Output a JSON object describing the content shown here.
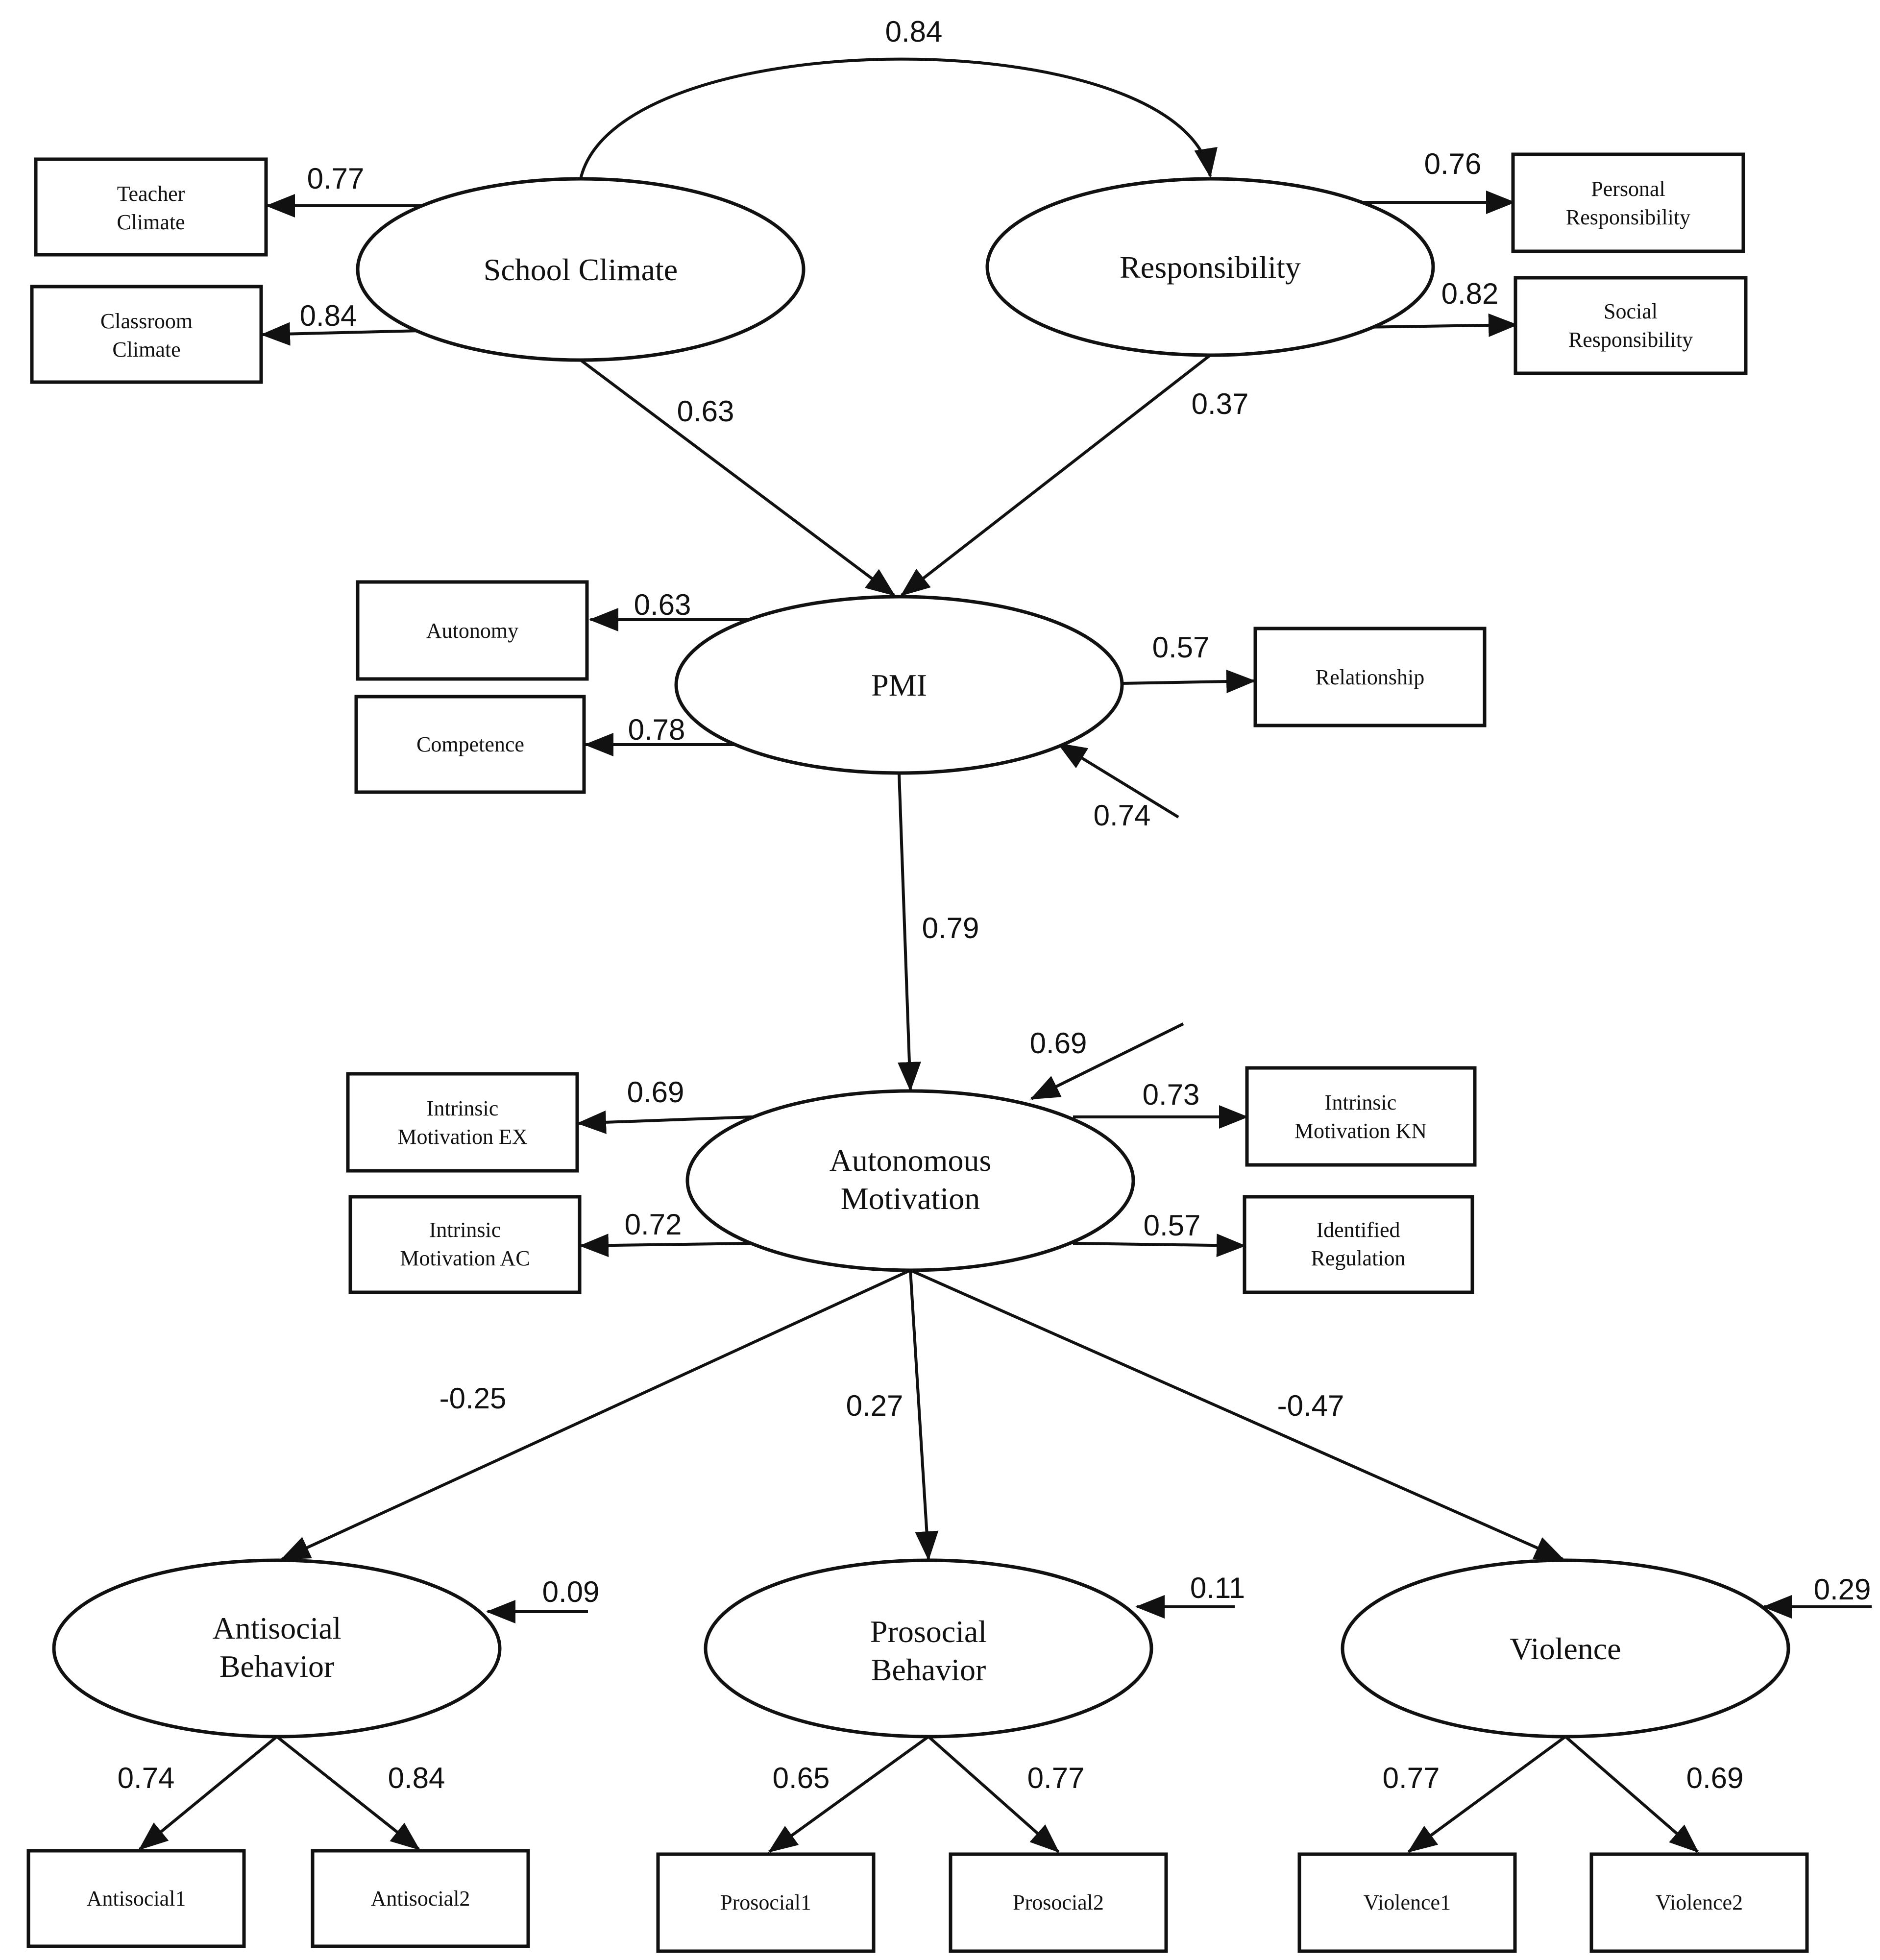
{
  "latents": {
    "school_climate": "School Climate",
    "responsibility": "Responsibility",
    "pmi": "PMI",
    "autonomous_motivation": [
      "Autonomous",
      "Motivation"
    ],
    "antisocial_behavior": [
      "Antisocial",
      "Behavior"
    ],
    "prosocial_behavior": [
      "Prosocial",
      "Behavior"
    ],
    "violence": "Violence"
  },
  "indicators": {
    "teacher_climate": [
      "Teacher",
      "Climate"
    ],
    "classroom_climate": [
      "Classroom",
      "Climate"
    ],
    "personal_responsibility": [
      "Personal",
      "Responsibility"
    ],
    "social_responsibility": [
      "Social",
      "Responsibility"
    ],
    "autonomy": "Autonomy",
    "competence": "Competence",
    "relationship": "Relationship",
    "intrinsic_ex": [
      "Intrinsic",
      "Motivation EX"
    ],
    "intrinsic_ac": [
      "Intrinsic",
      "Motivation AC"
    ],
    "intrinsic_kn": [
      "Intrinsic",
      "Motivation KN"
    ],
    "identified_regulation": [
      "Identified",
      "Regulation"
    ],
    "antisocial1": "Antisocial1",
    "antisocial2": "Antisocial2",
    "prosocial1": "Prosocial1",
    "prosocial2": "Prosocial2",
    "violence1": "Violence1",
    "violence2": "Violence2"
  },
  "coefficients": {
    "correlation_sc_resp": "0.84",
    "sc_teacher": "0.77",
    "sc_classroom": "0.84",
    "resp_personal": "0.76",
    "resp_social": "0.82",
    "sc_to_pmi": "0.63",
    "resp_to_pmi": "0.37",
    "pmi_autonomy": "0.63",
    "pmi_competence": "0.78",
    "pmi_relationship": "0.57",
    "pmi_residual": "0.74",
    "pmi_to_am": "0.79",
    "am_residual": "0.69",
    "am_intrinsic_ex": "0.69",
    "am_intrinsic_ac": "0.72",
    "am_intrinsic_kn": "0.73",
    "am_identified": "0.57",
    "am_to_antisocial": "-0.25",
    "am_to_prosocial": "0.27",
    "am_to_violence": "-0.47",
    "antisocial_residual": "0.09",
    "prosocial_residual": "0.11",
    "violence_residual": "0.29",
    "antisocial_1": "0.74",
    "antisocial_2": "0.84",
    "prosocial_1": "0.65",
    "prosocial_2": "0.77",
    "violence_1": "0.77",
    "violence_2": "0.69"
  }
}
